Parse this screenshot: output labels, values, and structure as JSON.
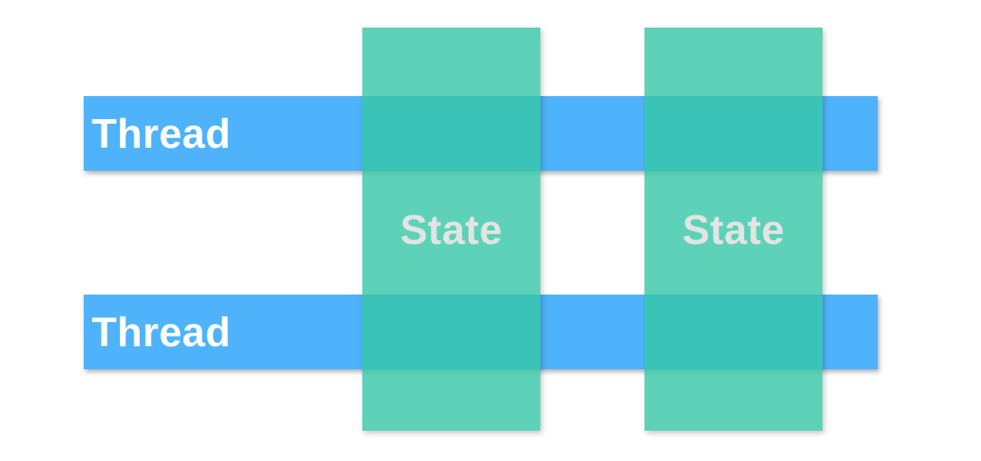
{
  "diagram": {
    "thread_bars": [
      {
        "label": "Thread"
      },
      {
        "label": "Thread"
      }
    ],
    "state_bars": [
      {
        "label": "State"
      },
      {
        "label": "State"
      }
    ],
    "colors": {
      "background": "#FFFFFF",
      "thread_fill": "#4FB3FB",
      "state_fill": "rgba(52, 199, 166, 0.8)",
      "state_overlap_rendered": "#39BFBC",
      "thread_text": "#FFFFFF",
      "state_text": "#E3E4E3"
    }
  }
}
